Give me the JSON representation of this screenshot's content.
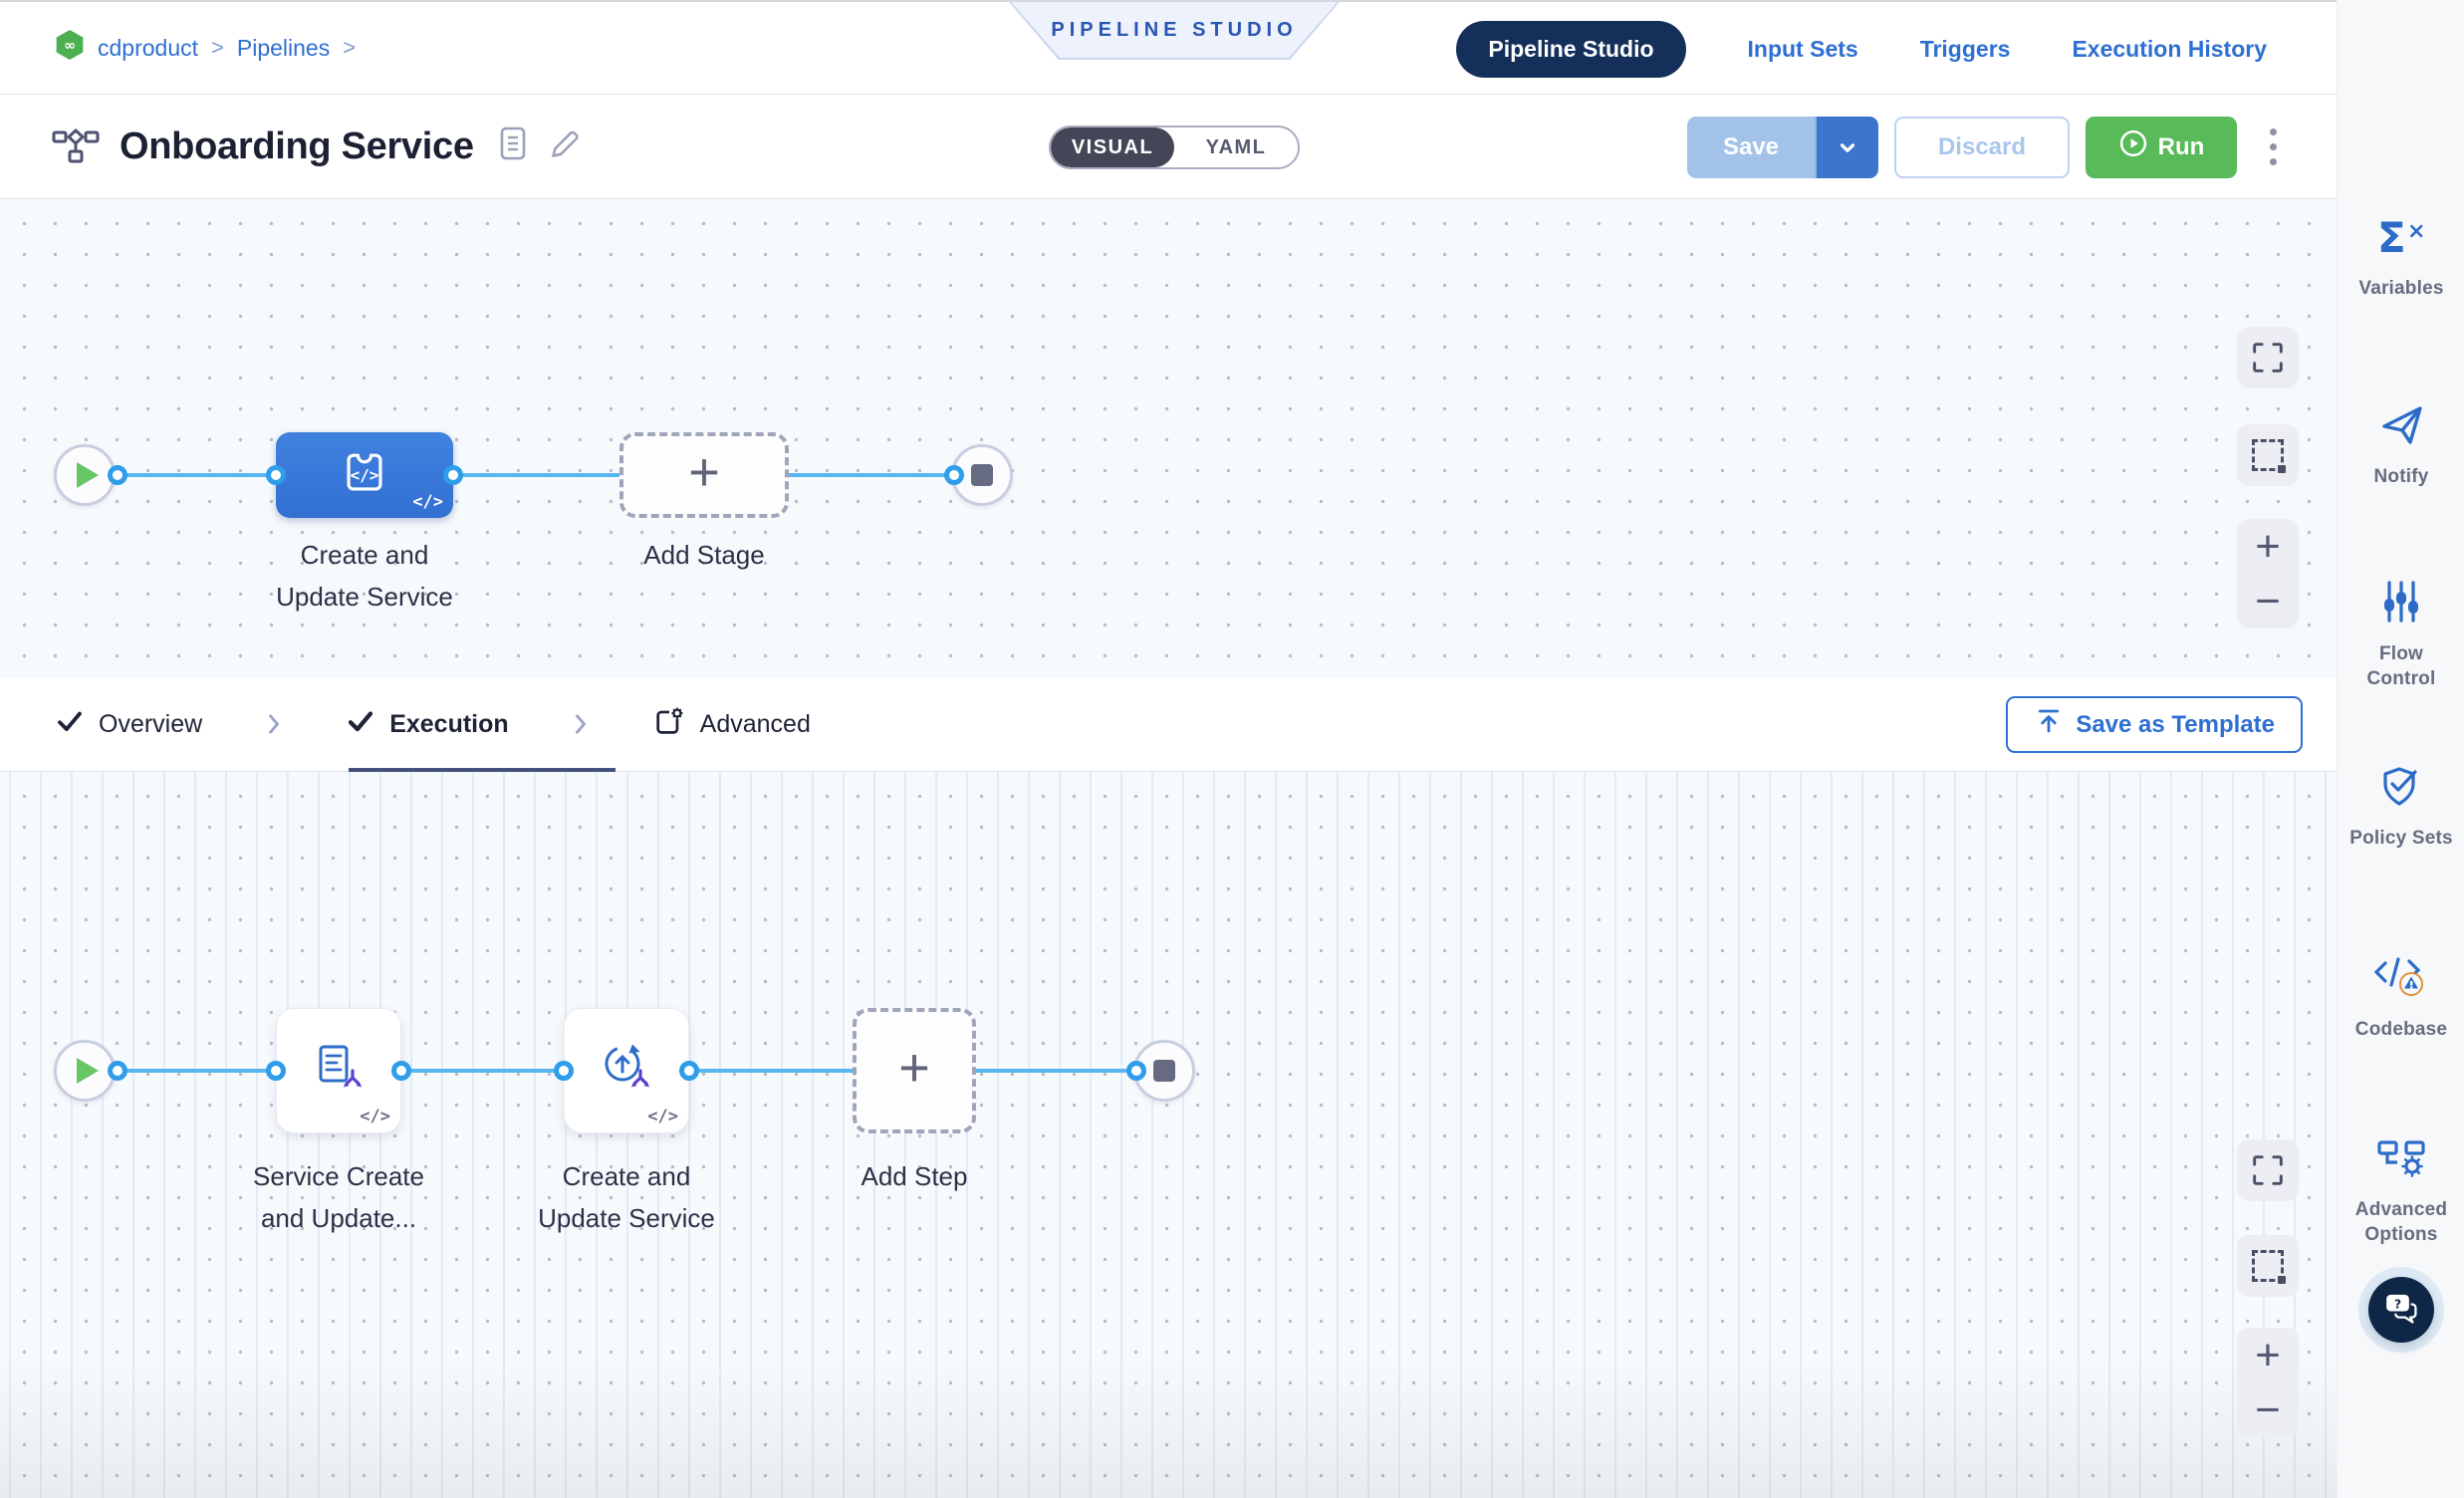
{
  "breadcrumb": {
    "app": "cdproduct",
    "section": "Pipelines",
    "sep": ">"
  },
  "studio_ribbon": "PIPELINE STUDIO",
  "top_nav": {
    "tabs": [
      {
        "label": "Pipeline Studio",
        "active": true
      },
      {
        "label": "Input Sets",
        "active": false
      },
      {
        "label": "Triggers",
        "active": false
      },
      {
        "label": "Execution History",
        "active": false
      }
    ]
  },
  "header": {
    "title": "Onboarding Service",
    "toggle": {
      "visual": "VISUAL",
      "yaml": "YAML"
    },
    "save": "Save",
    "discard": "Discard",
    "run": "Run"
  },
  "stage_canvas": {
    "stage": {
      "line1": "Create and",
      "line2": "Update Service"
    },
    "add_stage": "Add Stage"
  },
  "stage_tabs": {
    "overview": "Overview",
    "execution": "Execution",
    "advanced": "Advanced",
    "save_as_template": "Save as Template"
  },
  "step_canvas": {
    "step1": {
      "line1": "Service Create",
      "line2": "and Update..."
    },
    "step2": {
      "line1": "Create and",
      "line2": "Update Service"
    },
    "add_step": "Add Step"
  },
  "right_rail": {
    "items": [
      {
        "label": "Variables"
      },
      {
        "label": "Notify"
      },
      {
        "label": "Flow Control"
      },
      {
        "label": "Policy Sets"
      },
      {
        "label": "Codebase"
      },
      {
        "label": "Advanced Options"
      }
    ]
  },
  "glyphs": {
    "code_badge": "</>",
    "plus": "+",
    "minus": "−"
  },
  "colors": {
    "accent_blue": "#2e6fd1",
    "navy": "#14305a",
    "run_green": "#58ba58",
    "stage_blue": "#3a78d9",
    "edge_blue": "#5ab6f0"
  }
}
